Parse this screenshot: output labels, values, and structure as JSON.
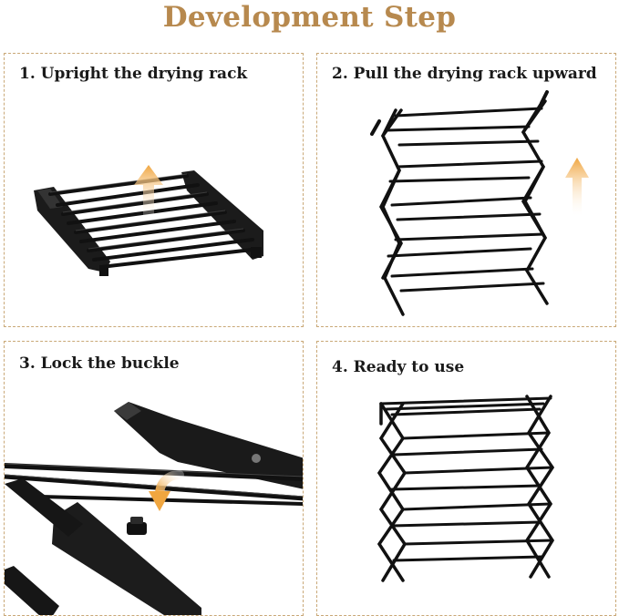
{
  "title": "Development Step",
  "colors": {
    "title": "#b7894e",
    "border": "#c9a877",
    "arrow": "#f0a640",
    "metal": "#141414"
  },
  "steps": [
    {
      "label": "1. Upright the drying rack",
      "icon": "up-arrow-icon"
    },
    {
      "label": "2. Pull the drying rack upward",
      "icon": "up-arrow-icon"
    },
    {
      "label": "3. Lock the buckle",
      "icon": "curved-arrow-icon"
    },
    {
      "label": "4. Ready to use"
    }
  ]
}
